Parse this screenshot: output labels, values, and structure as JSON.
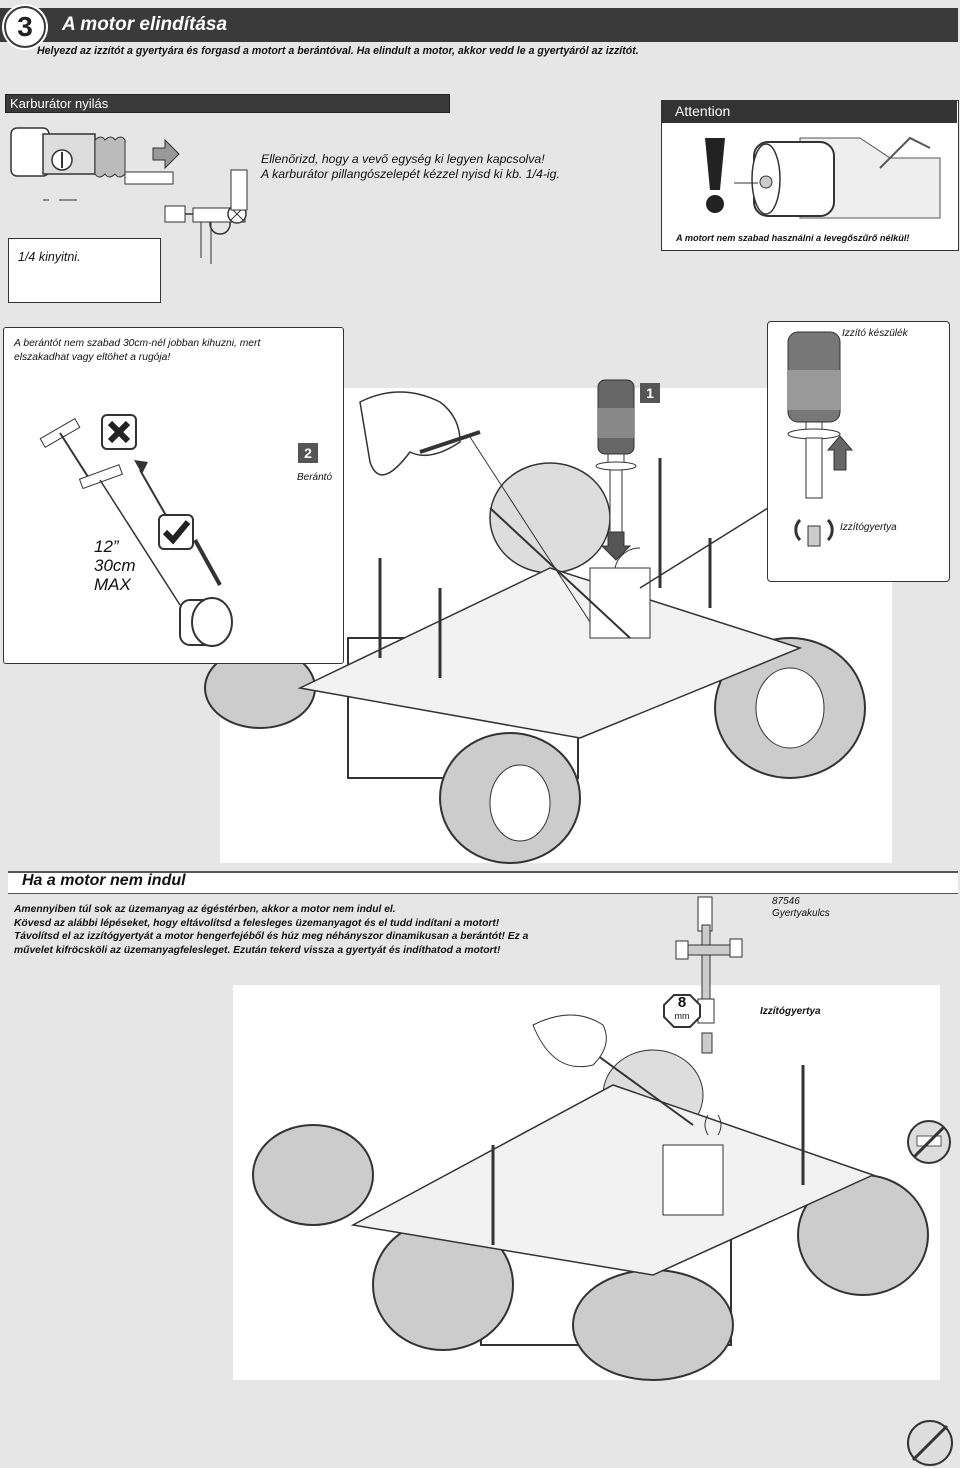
{
  "step": {
    "number": "3",
    "title": "A motor elindítása",
    "instruction": "Helyezd az izzítót a gyertyára és forgasd a motort a berántóval. Ha elindult a motor, akkor vedd le a gyertyáról az izzítót."
  },
  "carburetor": {
    "header": "Karburátor nyilás",
    "line1": "Ellenőrizd, hogy a vevő egység ki legyen kapcsolva!",
    "line2": "A karburátor pillangószelepét kézzel nyisd ki kb. 1/4-ig.",
    "quarter_label": "1/4 kinyitni."
  },
  "attention": {
    "header": "Attention",
    "text": "A motort nem szabad használni a levegőszűrő nélkül!"
  },
  "pull_warning": {
    "line1": "A berántót nem szabad 30cm-nél jobban kihuzni, mert",
    "line2": "elszakadhat vagy eltöhet a rugója!",
    "max_line1": "12”",
    "max_line2": "30cm",
    "max_line3": "MAX"
  },
  "glow": {
    "device_label": "Izzító készülék",
    "plug_label": "Izzítógyertya",
    "step1": "1",
    "step2": "2",
    "starter_label": "Berántó"
  },
  "no_start": {
    "title": "Ha a motor nem indul",
    "line1": "Amennyiben túl sok az üzemanyag az égéstérben, akkor a motor nem indul el.",
    "line2": "Kövesd az alábbi lépéseket, hogy eltávolítsd a felesleges üzemanyagot és el tudd indítani a motort!",
    "line3": "Távolítsd el az izzítógyertyát a motor hengerfejéből és húz meg néhányszor dinamikusan a berántót! Ez a",
    "line4": "művelet kifröcsköli az üzemanyagfelesleget. Ezután tekerd vissza a gyertyát és indíthatod a motort!",
    "wrench_number": "87546",
    "wrench_label": "Gyertyakulcs",
    "size_value": "8",
    "size_unit": "mm",
    "plug_label": "Izzítógyertya"
  }
}
